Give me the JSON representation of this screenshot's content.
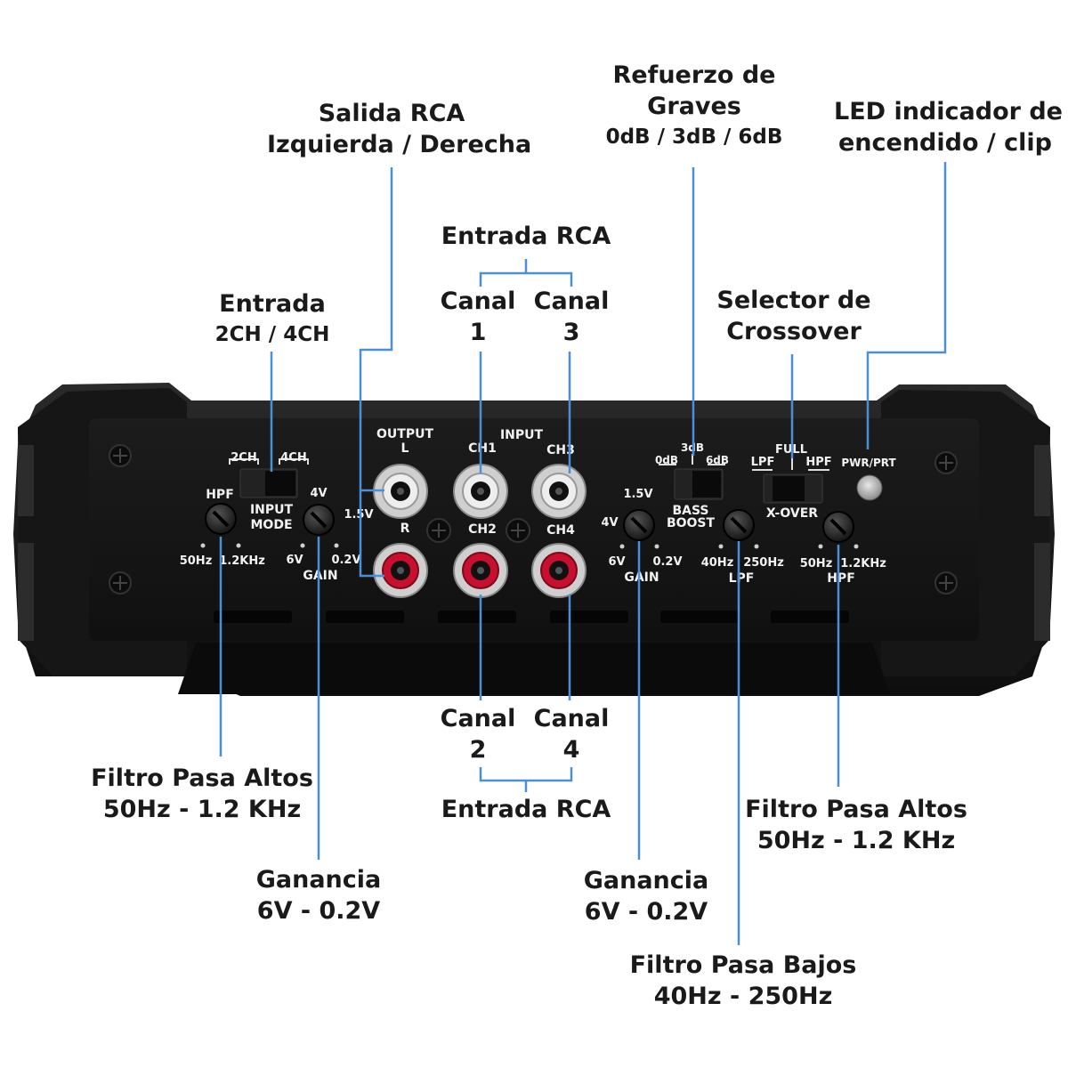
{
  "colors": {
    "leader": "#4a90d9",
    "body": "#141414",
    "rca_red": "#c8102e",
    "rca_white": "#eeeeee"
  },
  "callouts": {
    "rca_output": {
      "line1": "Salida RCA",
      "line2": "Izquierda / Derecha"
    },
    "bass_boost": {
      "line1": "Refuerzo de",
      "line2": "Graves",
      "line3": "0dB / 3dB / 6dB"
    },
    "led": {
      "line1": "LED indicador de",
      "line2": "encendido / clip"
    },
    "input_top": {
      "title": "Entrada RCA",
      "left_line1": "Canal",
      "left_line2": "1",
      "right_line1": "Canal",
      "right_line2": "3"
    },
    "input_mode": {
      "line1": "Entrada",
      "line2": "2CH / 4CH"
    },
    "crossover": {
      "line1": "Selector de",
      "line2": "Crossover"
    },
    "input_bottom": {
      "title": "Entrada RCA",
      "left_line1": "Canal",
      "left_line2": "2",
      "right_line1": "Canal",
      "right_line2": "4"
    },
    "hpf_left": {
      "line1": "Filtro Pasa Altos",
      "line2": "50Hz - 1.2 KHz"
    },
    "gain_left": {
      "line1": "Ganancia",
      "line2": "6V - 0.2V"
    },
    "gain_right": {
      "line1": "Ganancia",
      "line2": "6V - 0.2V"
    },
    "hpf_right": {
      "line1": "Filtro Pasa Altos",
      "line2": "50Hz - 1.2 KHz"
    },
    "lpf": {
      "line1": "Filtro Pasa Bajos",
      "line2": "40Hz - 250Hz"
    }
  },
  "panel": {
    "switch_2ch": "2CH",
    "switch_4ch": "4CH",
    "input_mode_1": "INPUT",
    "input_mode_2": "MODE",
    "hpf_l": "HPF",
    "hpf_l_min": "50Hz",
    "hpf_l_max": "1.2KHz",
    "gain_l_4v": "4V",
    "gain_l_15v": "1.5V",
    "gain_l_6v": "6V",
    "gain_l_02v": "0.2V",
    "gain_l": "GAIN",
    "output": "OUTPUT",
    "out_l": "L",
    "out_r": "R",
    "input": "INPUT",
    "ch1": "CH1",
    "ch2": "CH2",
    "ch3": "CH3",
    "ch4": "CH4",
    "gain_r_15v": "1.5V",
    "gain_r_4v": "4V",
    "gain_r_6v": "6V",
    "gain_r_02v": "0.2V",
    "gain_r": "GAIN",
    "bb_0": "0dB",
    "bb_3": "3dB",
    "bb_6": "6dB",
    "bb_1": "BASS",
    "bb_2": "BOOST",
    "lpf_min": "40Hz",
    "lpf_max": "250Hz",
    "lpf": "LPF",
    "xo_full": "FULL",
    "xo_lpf": "LPF",
    "xo_hpf": "HPF",
    "xo": "X-OVER",
    "hpf_r_min": "50Hz",
    "hpf_r_max": "1.2KHz",
    "hpf_r": "HPF",
    "pwr": "PWR/PRT"
  }
}
